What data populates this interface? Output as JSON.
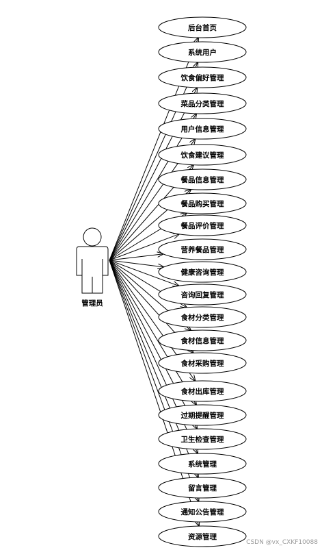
{
  "actor": {
    "label": "管理员"
  },
  "use_cases": [
    "后台首页",
    "系统用户",
    "饮食偏好管理",
    "菜品分类管理",
    "用户信息管理",
    "饮食建议管理",
    "餐品信息管理",
    "餐品购买管理",
    "餐品评价管理",
    "营养餐品管理",
    "健康咨询管理",
    "咨询回复管理",
    "食材分类管理",
    "食材信息管理",
    "食材采购管理",
    "食材出库管理",
    "过期提醒管理",
    "卫生检查管理",
    "系统管理",
    "留言管理",
    "通知公告管理",
    "资源管理"
  ],
  "watermark": "CSDN @vx_CXKF10088",
  "colors": {
    "stroke": "#000000",
    "fill": "#ffffff",
    "watermark": "#9a9a9a"
  }
}
